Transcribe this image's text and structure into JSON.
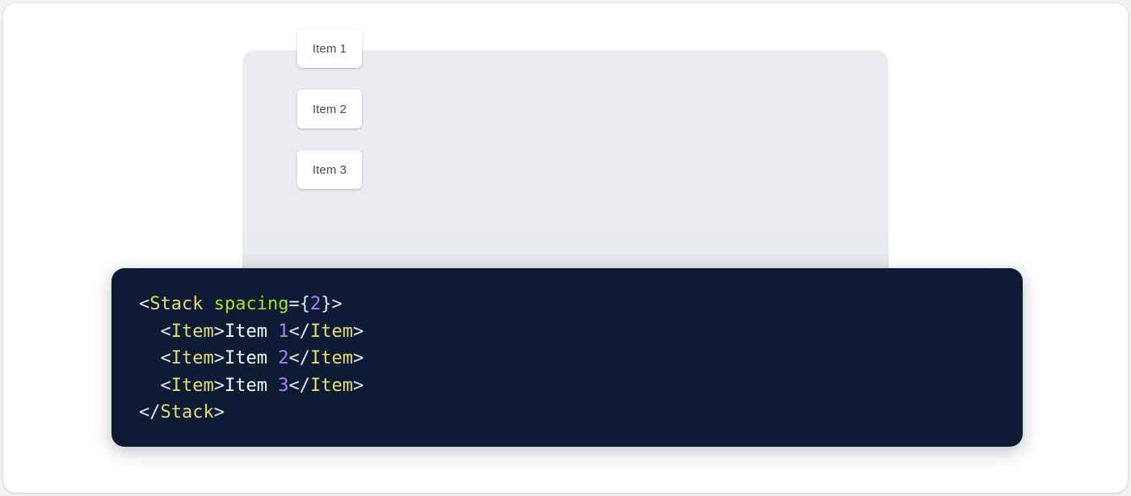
{
  "canvas": {
    "background": "#ffffff",
    "page_background": "#f2f3f5"
  },
  "preview": {
    "panel_name": "stack-preview-panel",
    "background": "#eaecf0",
    "stack": {
      "direction": "vertical",
      "spacing_token": 2,
      "items": [
        {
          "label": "Item 1"
        },
        {
          "label": "Item 2"
        },
        {
          "label": "Item 3"
        }
      ],
      "card_background": "#ffffff",
      "card_text_color": "#4b4b4b"
    }
  },
  "code_block": {
    "name": "jsx-code-snippet",
    "language": "jsx",
    "background": "#0d1c34",
    "colors": {
      "tag": "#e6db74",
      "attribute": "#a6e22e",
      "number": "#ae81ff",
      "punctuation": "#e6eaf2",
      "text": "#f8f8f2"
    },
    "raw": "<Stack spacing={2}>\n  <Item>Item 1</Item>\n  <Item>Item 2</Item>\n  <Item>Item 3</Item>\n</Stack>",
    "lines": [
      {
        "indent": "",
        "tokens": [
          {
            "t": "<",
            "c": "punc"
          },
          {
            "t": "Stack",
            "c": "tag"
          },
          {
            "t": " ",
            "c": "punc"
          },
          {
            "t": "spacing",
            "c": "attr"
          },
          {
            "t": "={",
            "c": "punc"
          },
          {
            "t": "2",
            "c": "num"
          },
          {
            "t": "}>",
            "c": "punc"
          }
        ]
      },
      {
        "indent": "  ",
        "tokens": [
          {
            "t": "<",
            "c": "punc"
          },
          {
            "t": "Item",
            "c": "tag"
          },
          {
            "t": ">",
            "c": "punc"
          },
          {
            "t": "Item ",
            "c": "txt"
          },
          {
            "t": "1",
            "c": "num"
          },
          {
            "t": "</",
            "c": "punc"
          },
          {
            "t": "Item",
            "c": "tag"
          },
          {
            "t": ">",
            "c": "punc"
          }
        ]
      },
      {
        "indent": "  ",
        "tokens": [
          {
            "t": "<",
            "c": "punc"
          },
          {
            "t": "Item",
            "c": "tag"
          },
          {
            "t": ">",
            "c": "punc"
          },
          {
            "t": "Item ",
            "c": "txt"
          },
          {
            "t": "2",
            "c": "num"
          },
          {
            "t": "</",
            "c": "punc"
          },
          {
            "t": "Item",
            "c": "tag"
          },
          {
            "t": ">",
            "c": "punc"
          }
        ]
      },
      {
        "indent": "  ",
        "tokens": [
          {
            "t": "<",
            "c": "punc"
          },
          {
            "t": "Item",
            "c": "tag"
          },
          {
            "t": ">",
            "c": "punc"
          },
          {
            "t": "Item ",
            "c": "txt"
          },
          {
            "t": "3",
            "c": "num"
          },
          {
            "t": "</",
            "c": "punc"
          },
          {
            "t": "Item",
            "c": "tag"
          },
          {
            "t": ">",
            "c": "punc"
          }
        ]
      },
      {
        "indent": "",
        "tokens": [
          {
            "t": "</",
            "c": "punc"
          },
          {
            "t": "Stack",
            "c": "tag"
          },
          {
            "t": ">",
            "c": "punc"
          }
        ]
      }
    ]
  }
}
